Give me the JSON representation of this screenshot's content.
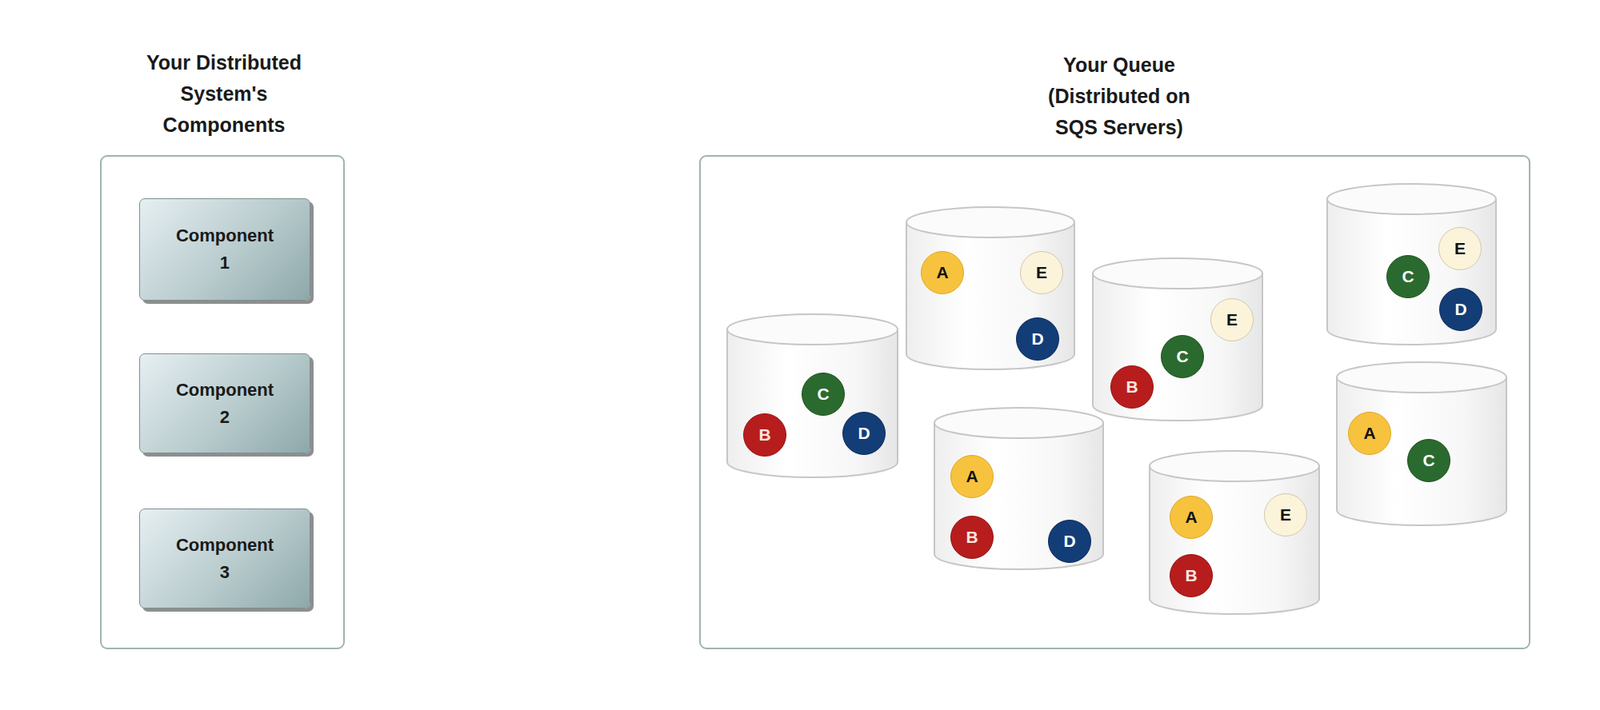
{
  "diagram": {
    "nodes": [
      {
        "text": [
          "Your Distributed System's Components"
        ]
      },
      {
        "text": [
          "Component 1"
        ],
        "in": 0
      },
      {
        "text": [
          "Component 2"
        ],
        "in": 0
      },
      {
        "text": [
          "Component 3"
        ],
        "in": 0
      },
      {
        "text": [
          "Your Queue (Distributed on SQS Servers)"
        ]
      },
      {
        "text": [
          "A"
        ],
        "in": 4
      },
      {
        "text": [
          "E"
        ],
        "in": 4
      },
      {
        "text": [
          "D"
        ],
        "in": 4
      },
      {
        "text": [
          "E"
        ],
        "in": 4
      },
      {
        "text": [
          "C"
        ],
        "in": 4
      },
      {
        "text": [
          "D"
        ],
        "in": 4
      },
      {
        "text": [
          "E"
        ],
        "in": 4
      },
      {
        "text": [
          "C"
        ],
        "in": 4
      },
      {
        "text": [
          "B"
        ],
        "in": 4
      },
      {
        "text": [
          "C"
        ],
        "in": 4
      },
      {
        "text": [
          "B"
        ],
        "in": 4
      },
      {
        "text": [
          "D"
        ],
        "in": 4
      },
      {
        "text": [
          "A"
        ],
        "in": 4
      },
      {
        "text": [
          "C"
        ],
        "in": 4
      },
      {
        "text": [
          "A"
        ],
        "in": 4
      },
      {
        "text": [
          "B"
        ],
        "in": 4
      },
      {
        "text": [
          "D"
        ],
        "in": 4
      },
      {
        "text": [
          "A"
        ],
        "in": 4
      },
      {
        "text": [
          "E"
        ],
        "in": 4
      },
      {
        "text": [
          "B"
        ],
        "in": 4
      }
    ]
  }
}
